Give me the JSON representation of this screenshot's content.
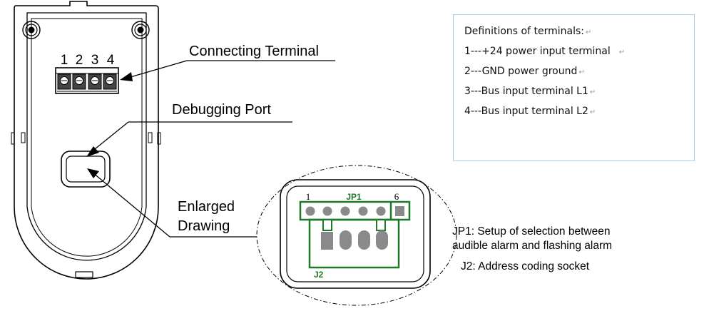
{
  "colors": {
    "outline": "#000000",
    "pcb": "#1e7a2a",
    "pcb_pad": "#8a8a8a",
    "box_border": "#a9cde3"
  },
  "device": {
    "terminal_numbers": [
      "1",
      "2",
      "3",
      "4"
    ]
  },
  "callouts": {
    "connecting_terminal": "Connecting Terminal",
    "debugging_port": "Debugging Port",
    "enlarged_line1": "Enlarged",
    "enlarged_line2": "Drawing"
  },
  "enlarged": {
    "pin_first": "1",
    "pin_last": "6",
    "jp1_label": "JP1",
    "j2_label": "J2"
  },
  "definitions": {
    "title": "Definitions of terminals:",
    "items": [
      "1---+24 power input terminal",
      "2---GND power ground",
      "3---Bus input terminal L1",
      "4---Bus input terminal L2"
    ],
    "return_mark": "↵"
  },
  "notes": {
    "jp1_line1": "JP1: Setup of selection between",
    "jp1_line2": "audible alarm and flashing alarm",
    "j2": "J2: Address coding socket"
  }
}
